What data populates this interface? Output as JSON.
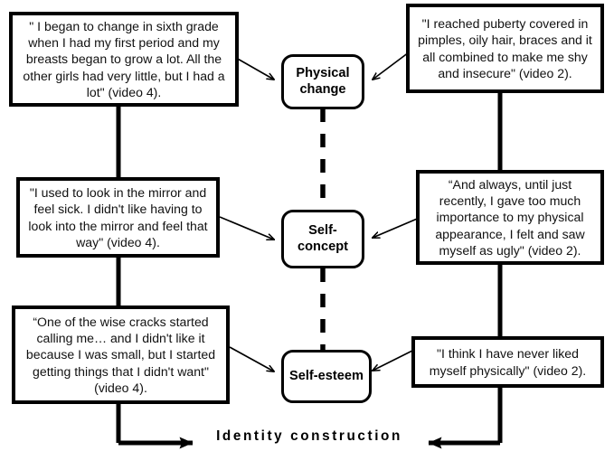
{
  "diagram": {
    "title": "Identity construction",
    "axis_label": "Identity construction",
    "core_nodes": [
      {
        "id": "physical-change",
        "label": "Physical\nchange"
      },
      {
        "id": "self-concept",
        "label": "Self-\nconcept"
      },
      {
        "id": "self-esteem",
        "label": "Self-esteem"
      }
    ],
    "quotes": [
      {
        "id": "quote-top-left",
        "side": "left",
        "target": "physical-change",
        "text": "\" I began to change in sixth grade when I had my first period and my breasts began to grow a lot. All the other girls had very little, but I had a lot\" (video 4)."
      },
      {
        "id": "quote-top-right",
        "side": "right",
        "target": "physical-change",
        "text": "\"I reached puberty covered in pimples, oily hair, braces and it all combined to make me shy and insecure\"\n(video 2)."
      },
      {
        "id": "quote-middle-left",
        "side": "left",
        "target": "self-concept",
        "text": "\"I used to look in the mirror and feel sick. I didn't like having to look into the mirror and feel that way\" (video 4)."
      },
      {
        "id": "quote-middle-right",
        "side": "right",
        "target": "self-concept",
        "text": "“And always, until just recently, I gave too much importance to my physical appearance, I felt and saw myself as ugly\" (video 2)."
      },
      {
        "id": "quote-bottom-left",
        "side": "left",
        "target": "self-esteem",
        "text": "“One of the wise cracks started calling me… and I didn't like it because I was small, but I started getting things that I didn't want\" (video 4)."
      },
      {
        "id": "quote-bottom-right",
        "side": "right",
        "target": "self-esteem",
        "text": "\"I think I have never liked myself physically\" (video 2)."
      }
    ],
    "colors": {
      "stroke": "#000000",
      "background": "#ffffff",
      "text": "#111111"
    }
  }
}
